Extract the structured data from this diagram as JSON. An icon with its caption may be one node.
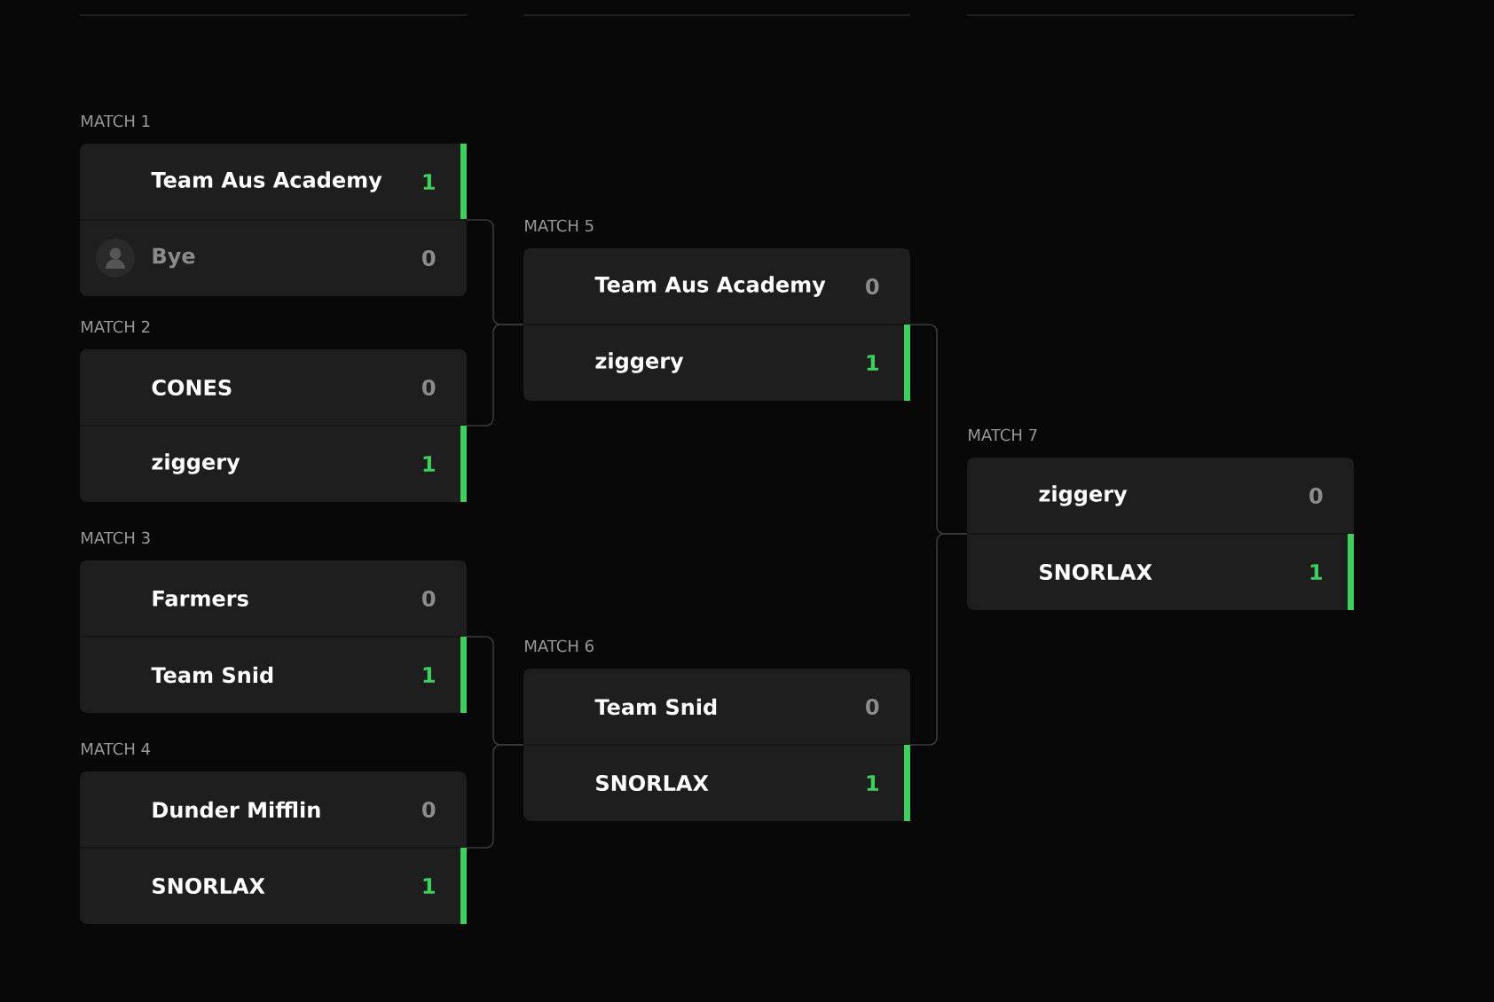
{
  "diagram": {
    "nodes": [
      {
        "text": [
          "MATCH 1"
        ]
      },
      {
        "text": [
          "Team Aus Academy",
          "1"
        ],
        "in": 0
      },
      {
        "text": [
          "Bye",
          "0"
        ],
        "in": 0
      },
      {
        "text": [
          "MATCH 2"
        ]
      },
      {
        "text": [
          "CONES",
          "0"
        ],
        "in": 3
      },
      {
        "text": [
          "ziggery",
          "1"
        ],
        "in": 3
      },
      {
        "text": [
          "MATCH 3"
        ]
      },
      {
        "text": [
          "Farmers",
          "0"
        ],
        "in": 6
      },
      {
        "text": [
          "Team Snid",
          "1"
        ],
        "in": 6
      },
      {
        "text": [
          "MATCH 4"
        ]
      },
      {
        "text": [
          "Dunder Mifflin",
          "0"
        ],
        "in": 9
      },
      {
        "text": [
          "SNORLAX",
          "1"
        ],
        "in": 9
      },
      {
        "text": [
          "MATCH 5"
        ]
      },
      {
        "text": [
          "Team Aus Academy",
          "0"
        ],
        "in": 12
      },
      {
        "text": [
          "ziggery",
          "1"
        ],
        "in": 12
      },
      {
        "text": [
          "MATCH 6"
        ]
      },
      {
        "text": [
          "Team Snid",
          "0"
        ],
        "in": 15
      },
      {
        "text": [
          "SNORLAX",
          "1"
        ],
        "in": 15
      },
      {
        "text": [
          "MATCH 7"
        ]
      },
      {
        "text": [
          "ziggery",
          "0"
        ],
        "in": 18
      },
      {
        "text": [
          "SNORLAX",
          "1"
        ],
        "in": 18
      }
    ],
    "edges": [
      {
        "from": 0,
        "to": 12,
        "arrow": "none"
      },
      {
        "from": 3,
        "to": 12,
        "arrow": "none"
      },
      {
        "from": 6,
        "to": 15,
        "arrow": "none"
      },
      {
        "from": 9,
        "to": 15,
        "arrow": "none"
      },
      {
        "from": 12,
        "to": 18,
        "arrow": "none"
      },
      {
        "from": 15,
        "to": 18,
        "arrow": "none"
      }
    ]
  }
}
